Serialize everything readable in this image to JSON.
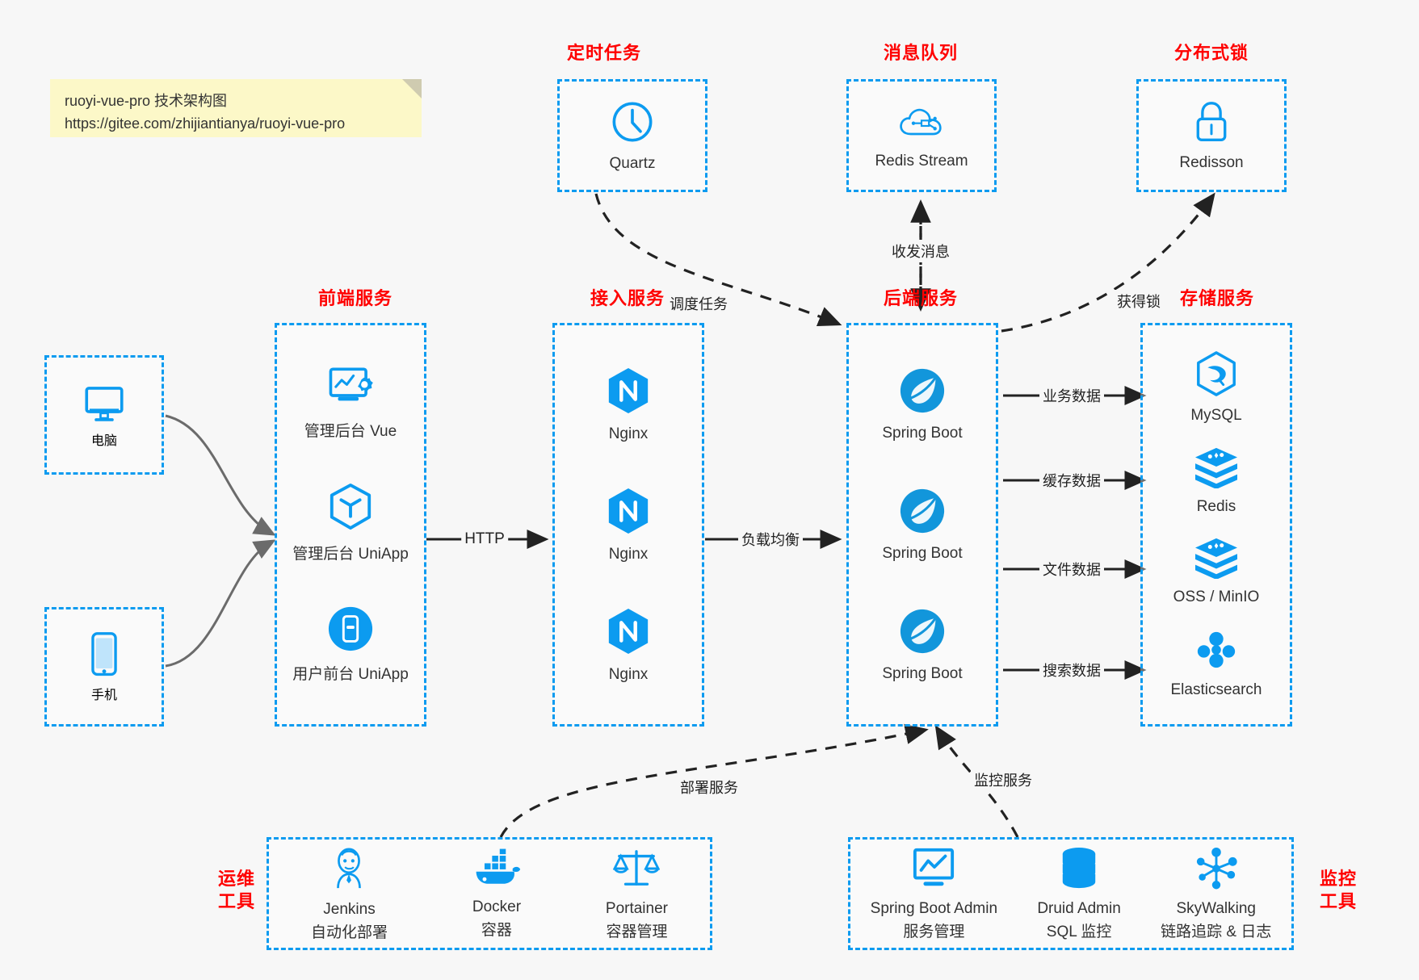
{
  "note": {
    "line1": "ruoyi-vue-pro 技术架构图",
    "line2": "https://gitee.com/zhijiantianya/ruoyi-vue-pro"
  },
  "colors": {
    "accent": "#0c9bf0",
    "title": "#ff0000",
    "text": "#333333",
    "background": "#f7f7f7",
    "arrow": "#222222",
    "client_arrow": "#6b6b6b",
    "note_bg": "#fcf8c8"
  },
  "groups": {
    "scheduled_task": {
      "title": "定时任务"
    },
    "message_queue": {
      "title": "消息队列"
    },
    "distributed_lock": {
      "title": "分布式锁"
    },
    "frontend": {
      "title": "前端服务"
    },
    "gateway": {
      "title": "接入服务"
    },
    "backend": {
      "title": "后端服务"
    },
    "storage": {
      "title": "存储服务"
    },
    "devops": {
      "title_line1": "运维",
      "title_line2": "工具"
    },
    "monitor": {
      "title_line1": "监控",
      "title_line2": "工具"
    }
  },
  "clients": [
    {
      "name": "电脑",
      "icon": "desktop-icon"
    },
    {
      "name": "手机",
      "icon": "mobile-icon"
    }
  ],
  "scheduled_task_nodes": [
    {
      "name": "Quartz",
      "icon": "clock-icon"
    }
  ],
  "message_queue_nodes": [
    {
      "name": "Redis Stream",
      "icon": "cloud-stream-icon"
    }
  ],
  "distributed_lock_nodes": [
    {
      "name": "Redisson",
      "icon": "lock-icon"
    }
  ],
  "frontend_nodes": [
    {
      "name": "管理后台 Vue",
      "icon": "dashboard-gear-icon"
    },
    {
      "name": "管理后台 UniApp",
      "icon": "cube-icon"
    },
    {
      "name": "用户前台 UniApp",
      "icon": "phone-app-icon"
    }
  ],
  "gateway_nodes": [
    {
      "name": "Nginx",
      "icon": "nginx-icon"
    },
    {
      "name": "Nginx",
      "icon": "nginx-icon"
    },
    {
      "name": "Nginx",
      "icon": "nginx-icon"
    }
  ],
  "backend_nodes": [
    {
      "name": "Spring Boot",
      "icon": "spring-leaf-icon"
    },
    {
      "name": "Spring Boot",
      "icon": "spring-leaf-icon"
    },
    {
      "name": "Spring Boot",
      "icon": "spring-leaf-icon"
    }
  ],
  "storage_nodes": [
    {
      "name": "MySQL",
      "icon": "mysql-dolphin-icon"
    },
    {
      "name": "Redis",
      "icon": "redis-stack-icon"
    },
    {
      "name": "OSS / MinIO",
      "icon": "oss-stack-icon"
    },
    {
      "name": "Elasticsearch",
      "icon": "elasticsearch-icon"
    }
  ],
  "devops_nodes": [
    {
      "name": "Jenkins",
      "desc": "自动化部署",
      "icon": "jenkins-butler-icon"
    },
    {
      "name": "Docker",
      "desc": "容器",
      "icon": "docker-whale-icon"
    },
    {
      "name": "Portainer",
      "desc": "容器管理",
      "icon": "scales-icon"
    }
  ],
  "monitor_nodes": [
    {
      "name": "Spring Boot Admin",
      "desc": "服务管理",
      "icon": "monitor-chart-icon"
    },
    {
      "name": "Druid Admin",
      "desc": "SQL 监控",
      "icon": "database-icon"
    },
    {
      "name": "SkyWalking",
      "desc": "链路追踪 & 日志",
      "icon": "skywalking-node-icon"
    }
  ],
  "edges": [
    {
      "id": "http",
      "label": "HTTP"
    },
    {
      "id": "load-balance",
      "label": "负载均衡"
    },
    {
      "id": "schedule-task",
      "label": "调度任务"
    },
    {
      "id": "send-receive-message",
      "label": "收发消息"
    },
    {
      "id": "acquire-lock",
      "label": "获得锁"
    },
    {
      "id": "business-data",
      "label": "业务数据"
    },
    {
      "id": "cache-data",
      "label": "缓存数据"
    },
    {
      "id": "file-data",
      "label": "文件数据"
    },
    {
      "id": "search-data",
      "label": "搜索数据"
    },
    {
      "id": "deploy-service",
      "label": "部署服务"
    },
    {
      "id": "monitor-service",
      "label": "监控服务"
    }
  ]
}
